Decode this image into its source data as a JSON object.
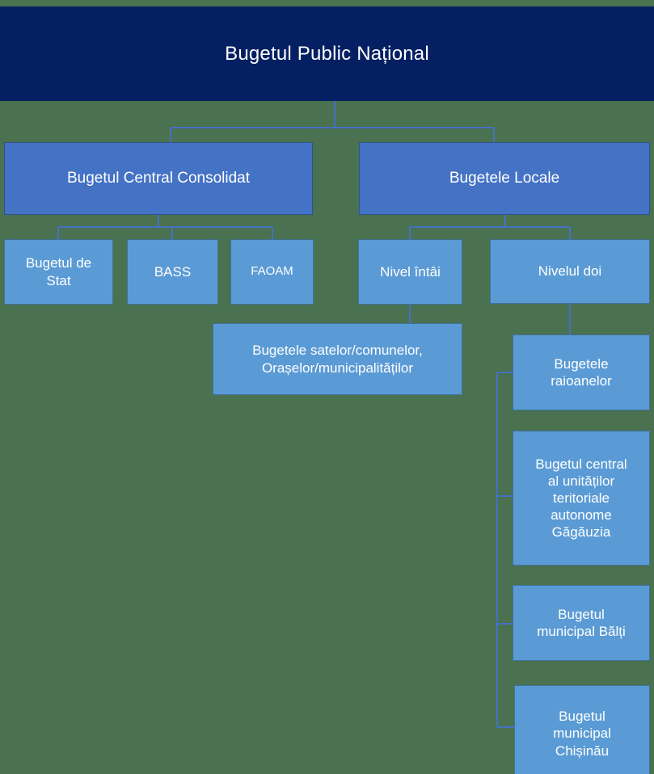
{
  "diagram": {
    "title": "Bugetul Public Național",
    "type": "org-chart",
    "background_color": "#4a7150",
    "colors": {
      "root_fill": "#052062",
      "level2_fill": "#4472c4",
      "level2_border": "#2f528f",
      "level3_fill": "#5b9bd5",
      "level3_border": "#41719c",
      "connector": "#4472c4",
      "text": "#ffffff"
    },
    "nodes": {
      "root": {
        "label": "Bugetul Public Național"
      },
      "central": {
        "label": "Bugetul Central Consolidat"
      },
      "locale": {
        "label": "Bugetele Locale"
      },
      "stat": {
        "label": "Bugetul de\nStat"
      },
      "bass": {
        "label": "BASS"
      },
      "faoam": {
        "label": "FAOAM"
      },
      "nivel_intai": {
        "label": "Nivel întâi"
      },
      "nivelul_doi": {
        "label": "Nivelul doi"
      },
      "sate": {
        "label": "Bugetele satelor/comunelor,\nOrașelor/municipalităților"
      },
      "raioane": {
        "label": "Bugetele\nraioanelor"
      },
      "gagauzia": {
        "label": "Bugetul central\nal unităților\nteritoriale\nautonome\nGăgăuzia"
      },
      "balti": {
        "label": "Bugetul\nmunicipal  Bălți"
      },
      "chisinau": {
        "label": "Bugetul\nmunicipal\nChișinău"
      }
    }
  }
}
